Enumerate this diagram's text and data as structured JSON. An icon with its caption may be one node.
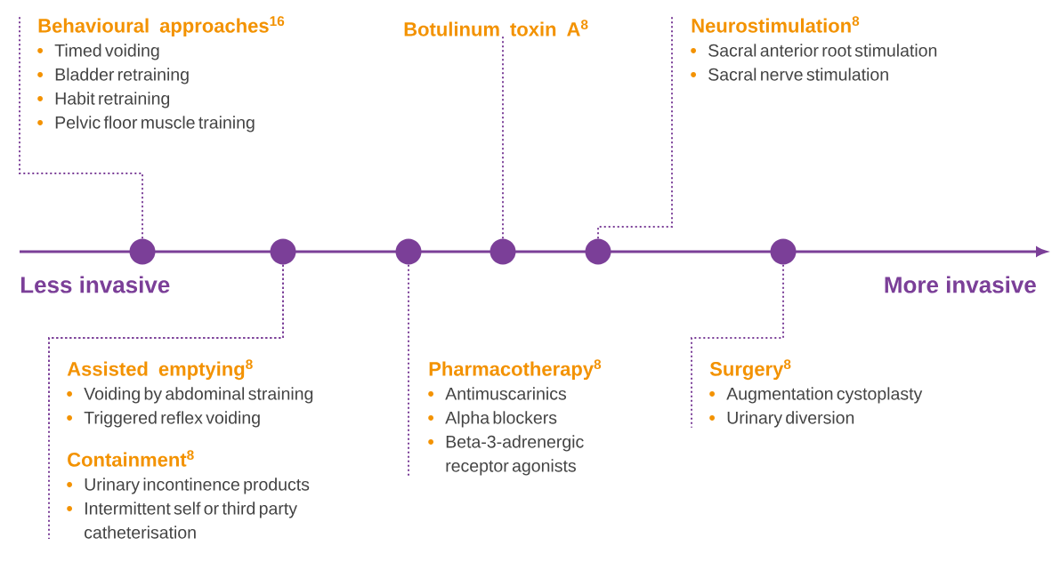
{
  "diagram": {
    "nodes": [
      {
        "text": [
          "Behavioural approaches$^{16}$",
          "Timed voiding",
          "Bladder retraining",
          "Habit retraining",
          "Pelvic floor muscle training"
        ]
      },
      {
        "text": [
          "Botulinum toxin A$^{8}$"
        ]
      },
      {
        "text": [
          "Neurostimulation$^{8}$",
          "Sacral anterior root stimulation",
          "Sacral nerve stimulation"
        ]
      },
      {
        "text": [],
        "shape": "circle"
      },
      {
        "text": [],
        "shape": "circle"
      },
      {
        "text": [],
        "shape": "circle"
      },
      {
        "text": [],
        "shape": "circle"
      },
      {
        "text": [],
        "shape": "circle"
      },
      {
        "text": [],
        "shape": "circle"
      },
      {
        "text": [
          "Assisted emptying$^{8}$",
          "Voiding by abdominal straining",
          "Triggered reflex voiding"
        ]
      },
      {
        "text": [
          "Containment$^{8}$",
          "Urinary incontinence products",
          "Intermittent self or third party catheterisation"
        ]
      },
      {
        "text": [
          "Pharmacotherapy$^{8}$",
          "Antimuscarinics",
          "Alpha blockers",
          "Beta-3-adrenergic receptor agonists"
        ]
      },
      {
        "text": [
          "Surgery$^{8}$",
          "Augmentation cystoplasty",
          "Urinary diversion"
        ]
      }
    ],
    "edges": [
      {
        "from": 3,
        "to": 0,
        "arrow": "none"
      },
      {
        "from": 4,
        "to": 9,
        "arrow": "none"
      },
      {
        "from": 4,
        "to": 10,
        "arrow": "none"
      },
      {
        "from": 5,
        "to": 11,
        "arrow": "none"
      },
      {
        "from": 6,
        "to": 1,
        "arrow": "none"
      },
      {
        "from": 7,
        "to": 2,
        "arrow": "none"
      },
      {
        "from": 8,
        "to": 12,
        "arrow": "none"
      }
    ],
    "labels": [
      "Less invasive",
      "More invasive"
    ]
  }
}
